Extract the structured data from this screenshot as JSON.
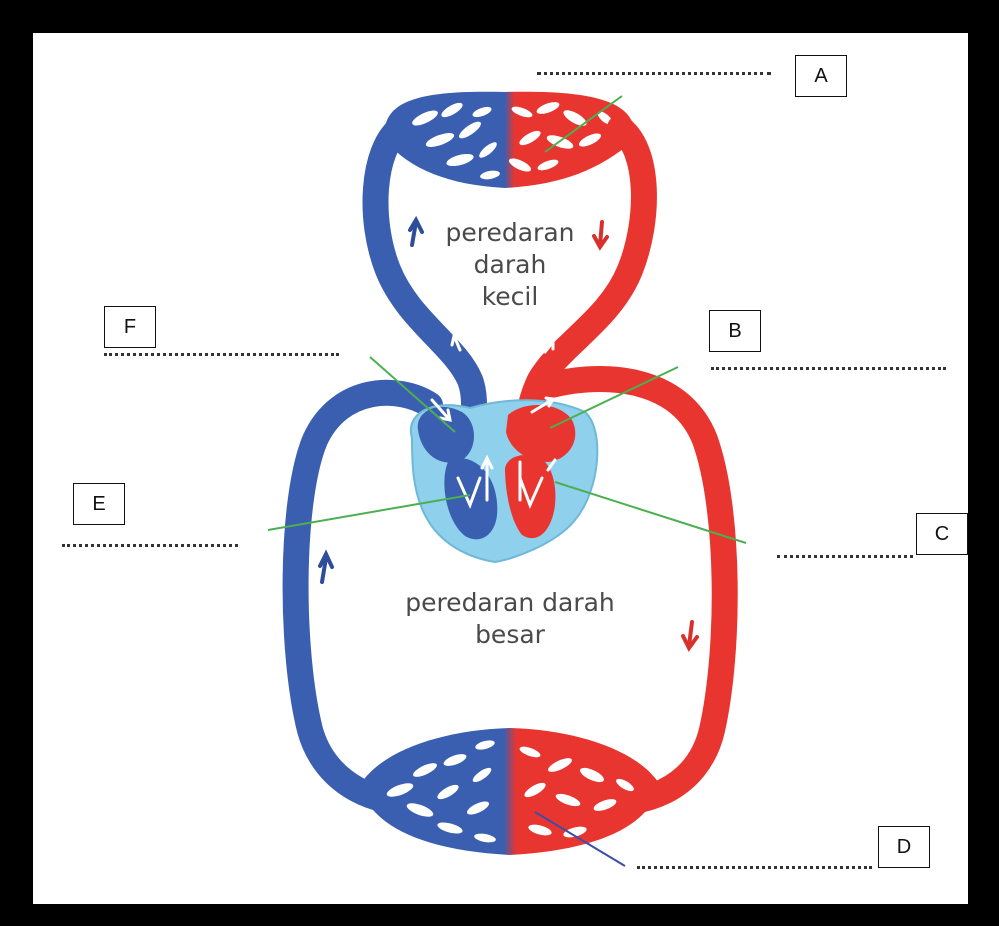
{
  "labels": {
    "a": "A",
    "b": "B",
    "c": "C",
    "d": "D",
    "e": "E",
    "f": "F"
  },
  "text": {
    "small_circulation": [
      "peredaran",
      "darah",
      "kecil"
    ],
    "large_circulation": [
      "peredaran darah",
      "besar"
    ]
  },
  "colors": {
    "frame": "#000000",
    "deoxygenated": "#3a5fb0",
    "oxygenated": "#e8352f",
    "heart_bg": "#8fd0ec",
    "pointer": "#4caf50",
    "pointer_d": "#3c4fa8"
  }
}
